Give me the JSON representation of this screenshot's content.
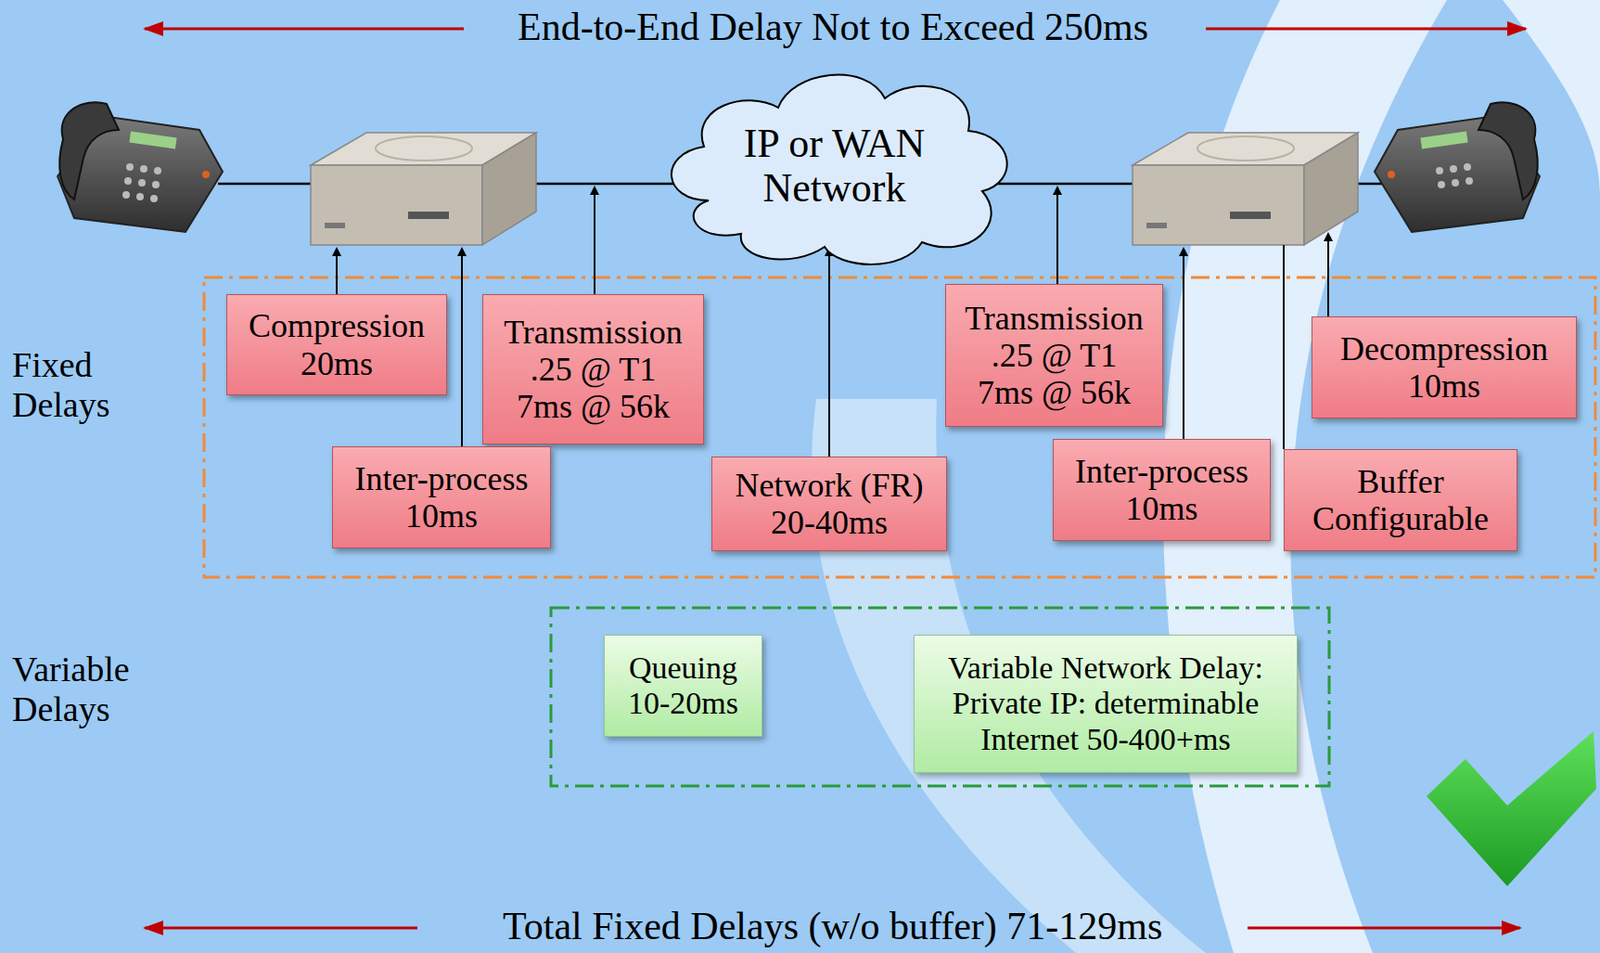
{
  "diagram": {
    "title": "End-to-End Delay Not to Exceed 250ms",
    "caption": "Total Fixed Delays (w/o buffer) 71-129ms",
    "nodes": [
      {
        "text": [
          "IP or WAN Network"
        ]
      },
      {
        "text": [
          "Compression",
          "20ms"
        ]
      },
      {
        "text": [
          "Transmission",
          ".25 @ T1 7ms @ 56k"
        ]
      },
      {
        "text": [
          "Transmission",
          ".25 @ T1 7ms @ 56k"
        ]
      },
      {
        "text": [
          "Decompression",
          "10ms"
        ]
      },
      {
        "text": [
          "Inter-process",
          "10ms"
        ]
      },
      {
        "text": [
          "Network (FR)",
          "20-40ms"
        ]
      },
      {
        "text": [
          "Inter-process",
          "10ms"
        ]
      },
      {
        "text": [
          "Buffer",
          "Configurable"
        ]
      },
      {
        "text": [
          "Queuing",
          "10-20ms"
        ]
      },
      {
        "text": [
          "Variable Network Delay:",
          "Private IP: determinable",
          "Internet 50-400+ms"
        ]
      }
    ],
    "edges": [
      {
        "from": 6,
        "to": 0,
        "arrow": "to"
      }
    ],
    "labels": [
      "Fixed Delays",
      "Variable Delays"
    ]
  }
}
